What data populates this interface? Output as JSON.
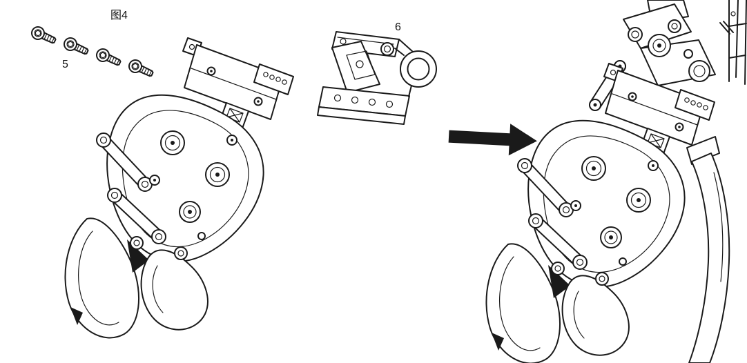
{
  "figure": {
    "title": "图4"
  },
  "labels": {
    "screws": "5",
    "bracket": "6"
  },
  "parts": {
    "screws_icon": "socket-head-screw-icon",
    "bracket_icon": "mounting-bracket-icon",
    "gripper_icon": "robot-gripper-icon",
    "arrow_icon": "assembly-arrow-icon",
    "arm_icon": "robot-arm-icon"
  },
  "palette": {
    "line": "#1a1a1a",
    "background": "#ffffff",
    "arrow": "#000000"
  }
}
